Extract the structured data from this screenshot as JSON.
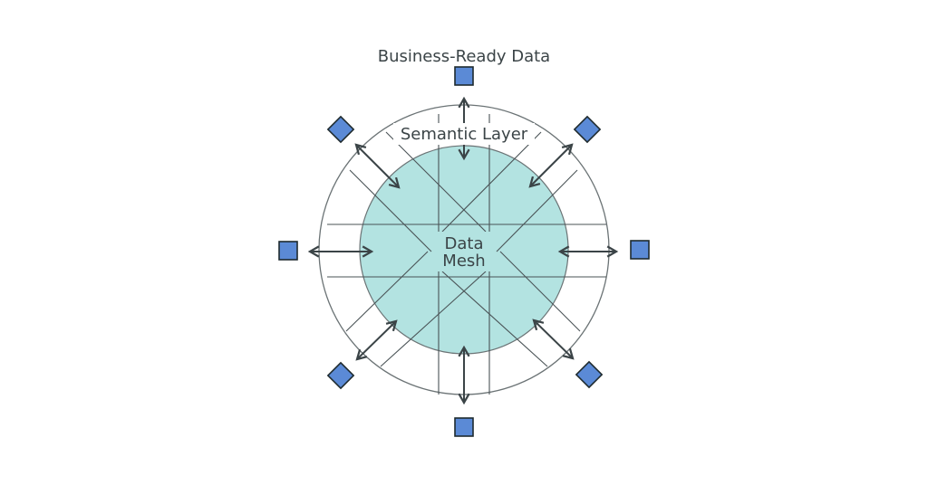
{
  "diagram": {
    "title": "Business-Ready Data",
    "outer_ring_label": "Semantic Layer",
    "core_label_line1": "Data",
    "core_label_line2": "Mesh",
    "colors": {
      "core_fill": "#b3e3e1",
      "node_fill": "#5b8ad6",
      "node_stroke": "#1e2a2e",
      "line": "#4a5356",
      "arrow": "#3b4447",
      "text": "#3b4447"
    },
    "nodes": [
      {
        "position": "top",
        "shape": "square"
      },
      {
        "position": "top-right",
        "shape": "diamond"
      },
      {
        "position": "right",
        "shape": "square"
      },
      {
        "position": "bottom-right",
        "shape": "diamond"
      },
      {
        "position": "bottom",
        "shape": "square"
      },
      {
        "position": "bottom-left",
        "shape": "diamond"
      },
      {
        "position": "left",
        "shape": "square"
      },
      {
        "position": "top-left",
        "shape": "diamond"
      }
    ]
  }
}
